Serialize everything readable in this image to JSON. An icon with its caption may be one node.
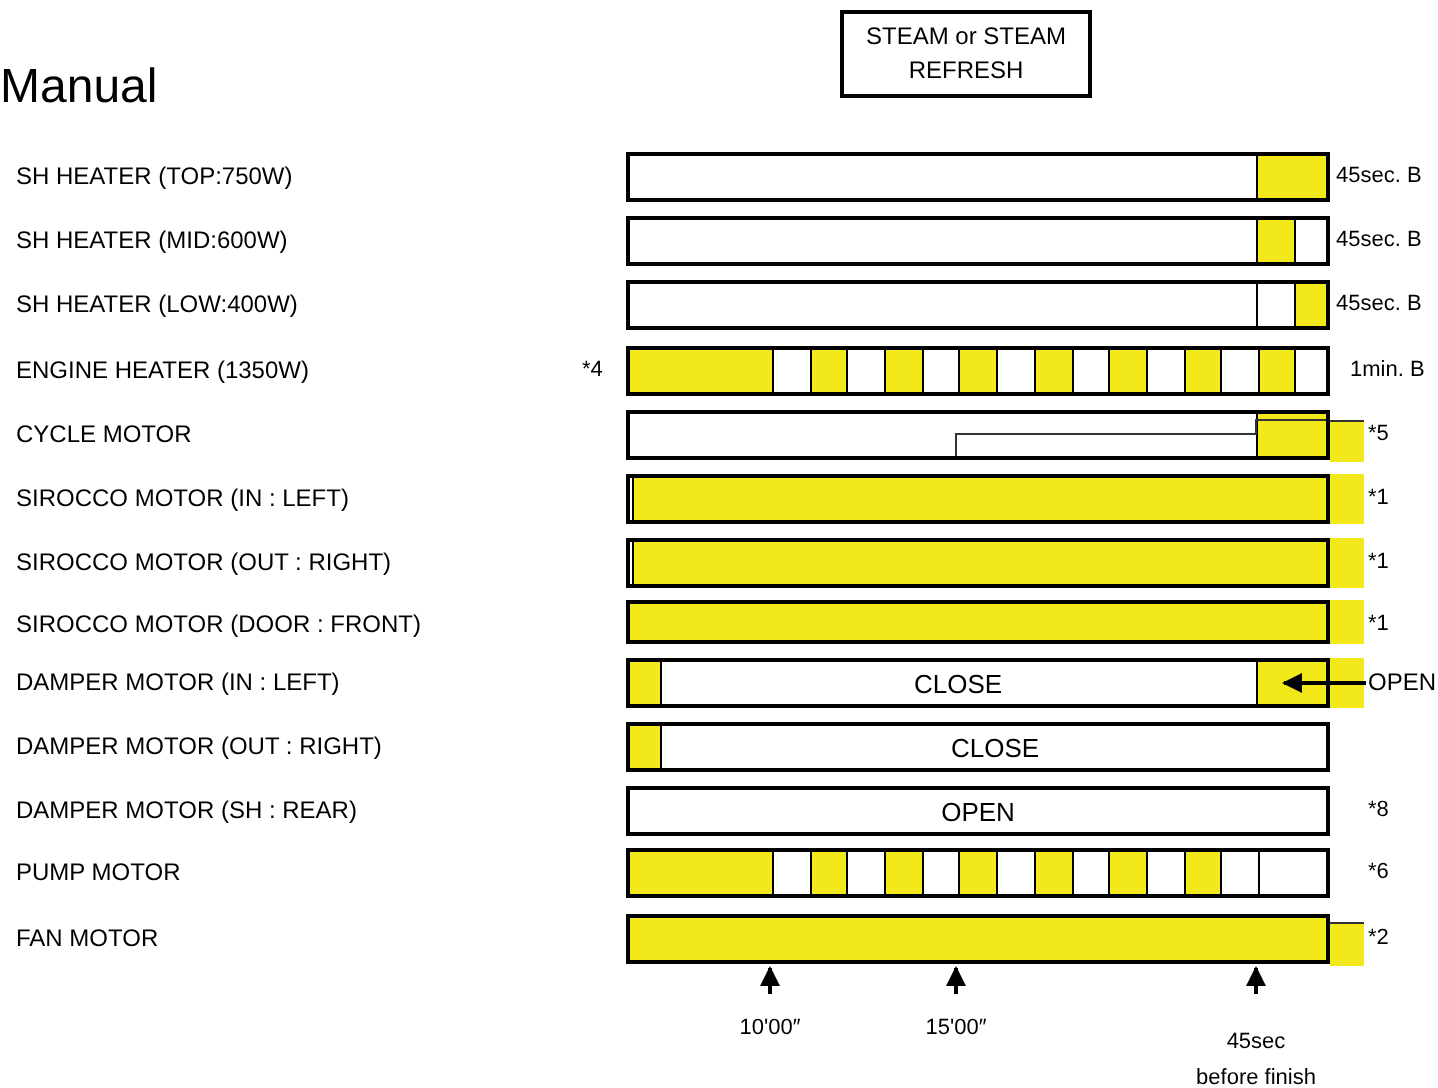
{
  "diagram": {
    "title": "Manual",
    "nodes": [
      {
        "text": [
          "STEAM or STEAM REFRESH"
        ]
      },
      {
        "text": [],
        "shape": "bar"
      },
      {
        "text": [],
        "shape": "bar"
      },
      {
        "text": [],
        "shape": "bar"
      },
      {
        "text": [],
        "shape": "bar"
      },
      {
        "text": [],
        "shape": "bar"
      },
      {
        "text": [],
        "shape": "bar"
      },
      {
        "text": [],
        "shape": "bar"
      },
      {
        "text": [],
        "shape": "bar"
      },
      {
        "text": [
          "CLOSE"
        ]
      },
      {
        "text": [
          "OPEN"
        ]
      },
      {
        "text": [
          "CLOSE"
        ]
      },
      {
        "text": [
          "OPEN"
        ]
      },
      {
        "text": [],
        "shape": "bar"
      },
      {
        "text": [],
        "shape": "bar"
      }
    ],
    "edges": [
      {
        "from": 10,
        "to": 9,
        "arrow": "to"
      }
    ],
    "labels": [
      "SH HEATER (TOP:750W)",
      "45sec. B",
      "SH HEATER (MID:600W)",
      "45sec. B",
      "SH HEATER (LOW:400W)",
      "45sec. B",
      "ENGINE HEATER (1350W)",
      "*4",
      "1min. B",
      "CYCLE MOTOR",
      "*5",
      "SIROCCO MOTOR (IN : LEFT)",
      "*1",
      "SIROCCO MOTOR (OUT : RIGHT)",
      "*1",
      "SIROCCO MOTOR (DOOR : FRONT)",
      "*1",
      "DAMPER MOTOR (IN : LEFT)",
      "DAMPER MOTOR (OUT : RIGHT)",
      "DAMPER MOTOR (SH : REAR)",
      "*8",
      "PUMP MOTOR",
      "*6",
      "FAN MOTOR",
      "*2",
      "10'00″",
      "15'00″",
      "45sec before finish"
    ]
  }
}
